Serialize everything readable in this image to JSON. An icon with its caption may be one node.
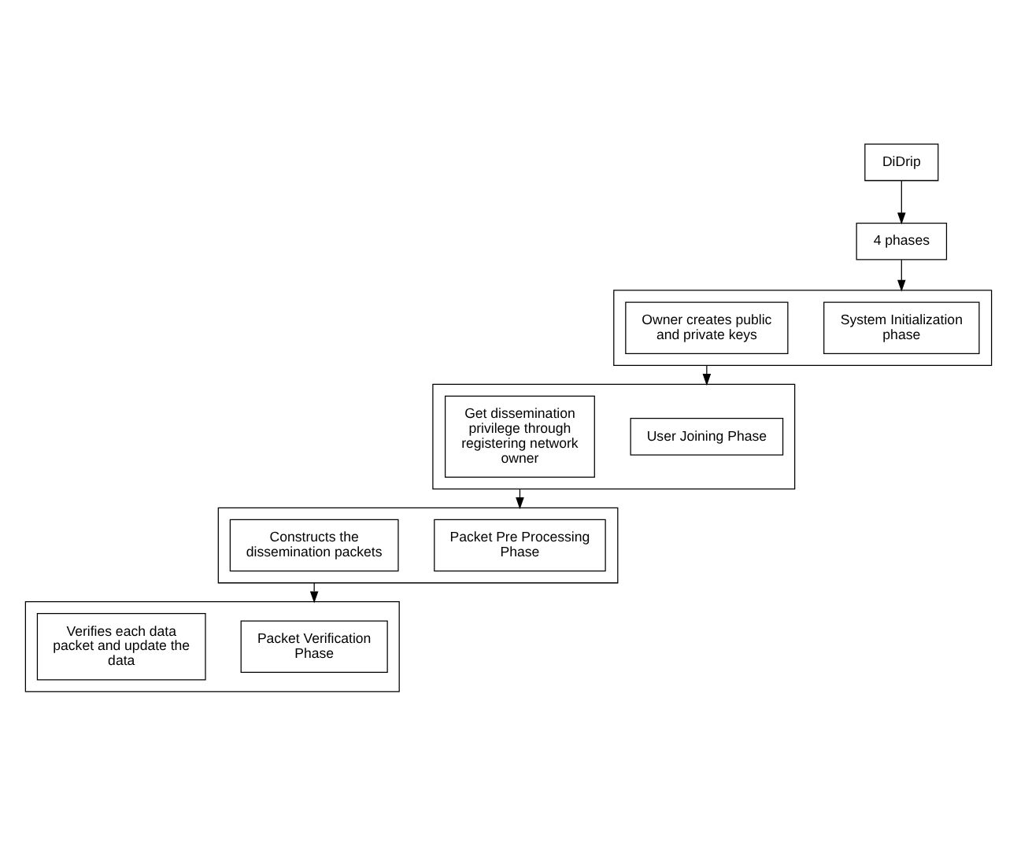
{
  "diagram": {
    "nodes": [
      {
        "text": [
          "DiDrip"
        ]
      },
      {
        "text": [
          "4 phases"
        ]
      },
      {
        "text": [],
        "shape": "box"
      },
      {
        "text": [
          "System Initialization phase"
        ],
        "in": 2
      },
      {
        "text": [
          "Owner creates public and private keys"
        ],
        "in": 2
      },
      {
        "text": [],
        "shape": "box"
      },
      {
        "text": [
          "User Joining Phase"
        ],
        "in": 5
      },
      {
        "text": [
          "Get dissemination privilege through registering network owner"
        ],
        "in": 5
      },
      {
        "text": [],
        "shape": "box"
      },
      {
        "text": [
          "Packet Pre Processing Phase"
        ],
        "in": 8
      },
      {
        "text": [
          "Constructs the dissemination packets"
        ],
        "in": 8
      },
      {
        "text": [],
        "shape": "box"
      },
      {
        "text": [
          "Packet Verification Phase"
        ],
        "in": 11
      },
      {
        "text": [
          "Verifies each data packet and update the data"
        ],
        "in": 11
      }
    ],
    "edges": [
      {
        "from": 0,
        "to": 1,
        "arrow": "to"
      },
      {
        "from": 1,
        "to": 2,
        "arrow": "to"
      },
      {
        "from": 2,
        "to": 5,
        "arrow": "to"
      },
      {
        "from": 5,
        "to": 8,
        "arrow": "to"
      },
      {
        "from": 8,
        "to": 11,
        "arrow": "to"
      }
    ]
  }
}
